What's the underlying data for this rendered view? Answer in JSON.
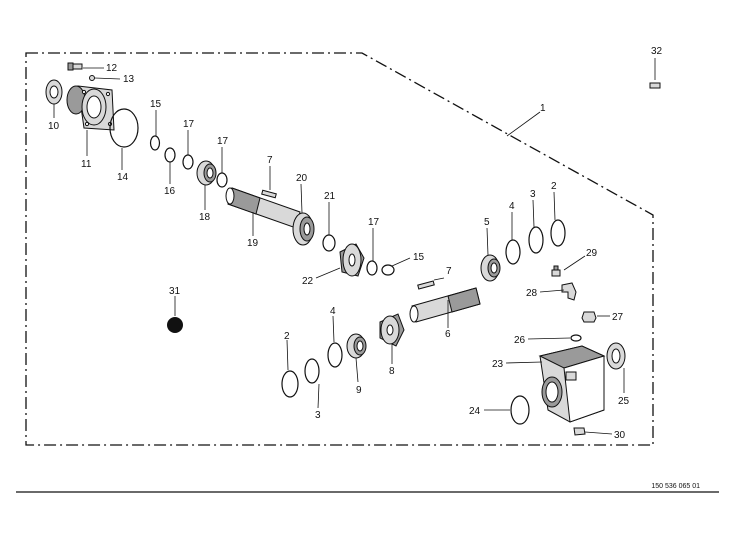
{
  "document_number": "150 536 065 01",
  "labels": {
    "p1": "1",
    "p2a": "2",
    "p2b": "2",
    "p3a": "3",
    "p3b": "3",
    "p4a": "4",
    "p4b": "4",
    "p5": "5",
    "p6": "6",
    "p7a": "7",
    "p7b": "7",
    "p8": "8",
    "p9": "9",
    "p10": "10",
    "p11": "11",
    "p12": "12",
    "p13": "13",
    "p14": "14",
    "p15a": "15",
    "p15b": "15",
    "p16": "16",
    "p17a": "17",
    "p17b": "17",
    "p17c": "17",
    "p18": "18",
    "p19": "19",
    "p20": "20",
    "p21": "21",
    "p22": "22",
    "p23": "23",
    "p24": "24",
    "p25": "25",
    "p26": "26",
    "p27": "27",
    "p28": "28",
    "p29": "29",
    "p30": "30",
    "p31": "31",
    "p32": "32"
  }
}
